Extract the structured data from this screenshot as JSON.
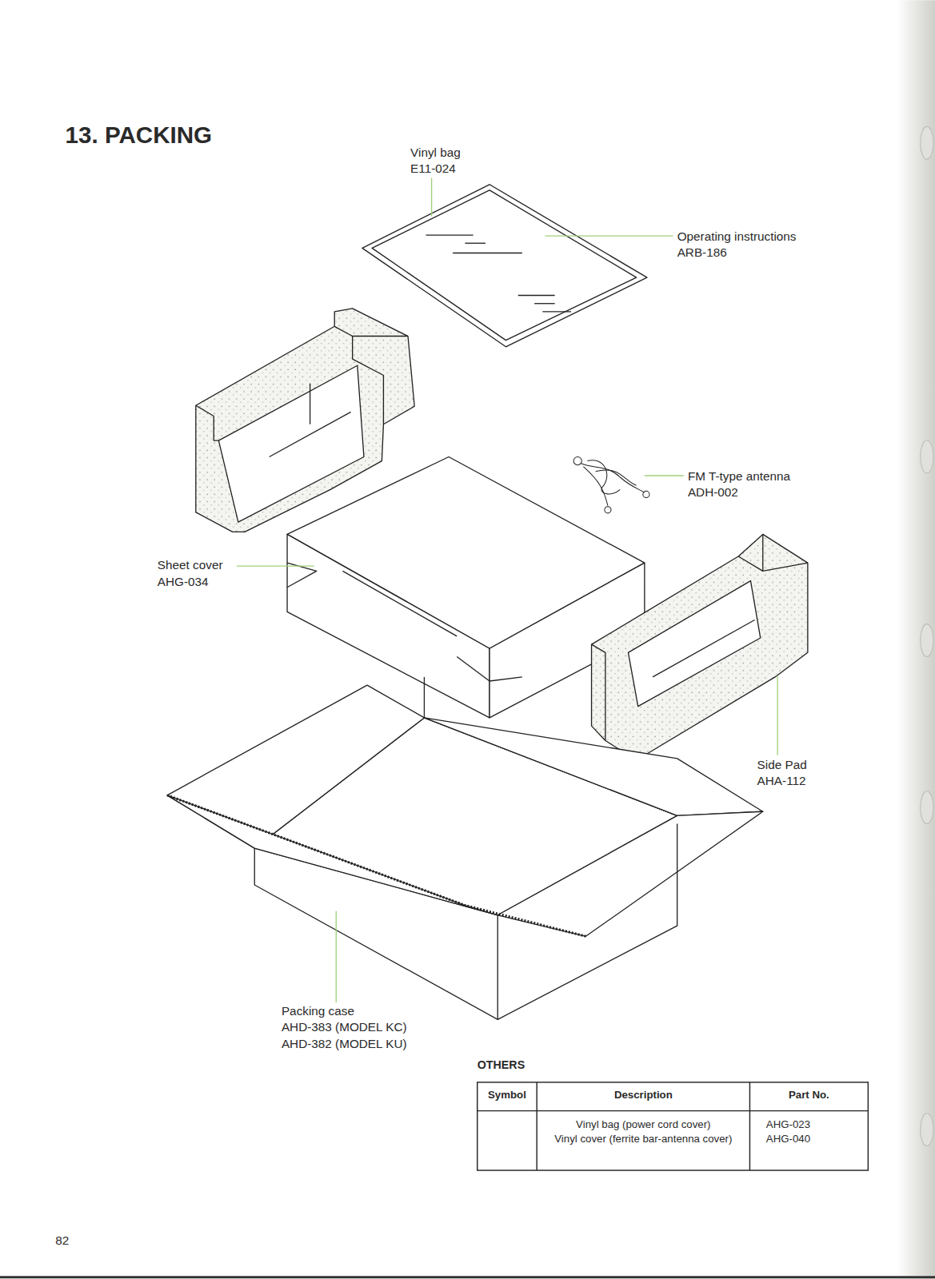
{
  "diagram": {
    "title": "13. PACKING",
    "labels": [
      "Vinyl bag",
      "E11-024",
      "Operating instructions",
      "ARB-186",
      "FM T-type antenna",
      "ADH-002",
      "Sheet cover",
      "AHG-034",
      "Side Pad",
      "AHA-112",
      "Packing case",
      "AHD-383 (MODEL KC)",
      "AHD-382 (MODEL KU)",
      "OTHERS",
      "Symbol",
      "Description",
      "Part No.",
      "Vinyl bag (power cord cover)",
      "Vinyl cover (ferrite bar-antenna cover)",
      "AHG-023",
      "AHG-040",
      "82"
    ]
  }
}
